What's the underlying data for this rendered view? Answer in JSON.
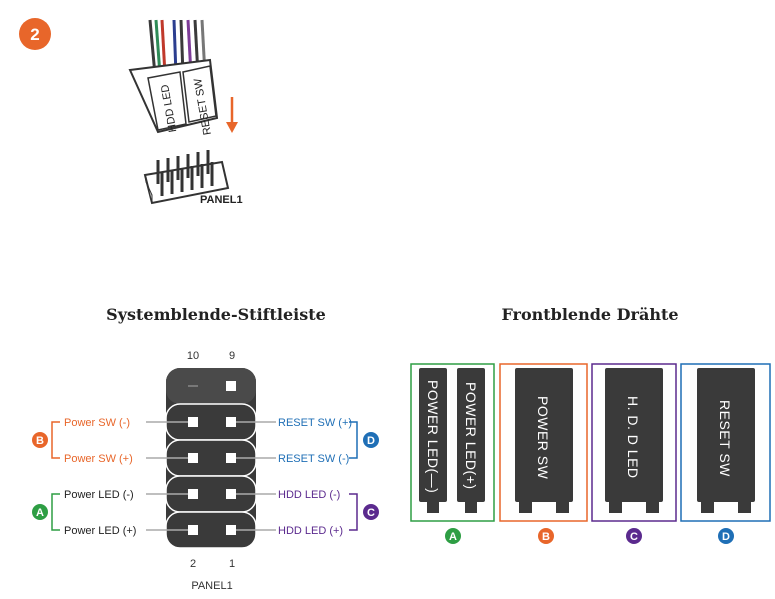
{
  "step": {
    "number": "2"
  },
  "top_figure": {
    "connector_labels": [
      "HDD LED",
      "RESET SW"
    ],
    "header_label": "PANEL1"
  },
  "left_panel": {
    "title": "Systemblende-Stiftleiste",
    "top_pin_numbers": [
      "10",
      "9"
    ],
    "bottom_pin_numbers": [
      "2",
      "1"
    ],
    "header_label": "PANEL1",
    "left_leads": [
      {
        "label": "Power SW (-)",
        "color": "#e8662a"
      },
      {
        "label": "Power SW (+)",
        "color": "#e8662a"
      },
      {
        "label": "Power LED (-)",
        "color": "#222222"
      },
      {
        "label": "Power LED (+)",
        "color": "#222222"
      }
    ],
    "right_leads": [
      {
        "label": "RESET SW (+)",
        "color": "#1f6fb6"
      },
      {
        "label": "RESET SW (-)",
        "color": "#1f6fb6"
      },
      {
        "label": "HDD LED (-)",
        "color": "#5b2a8e"
      },
      {
        "label": "HDD LED (+)",
        "color": "#5b2a8e"
      }
    ],
    "badges": [
      {
        "letter": "B",
        "color": "#e8662a"
      },
      {
        "letter": "A",
        "color": "#2e9e44"
      },
      {
        "letter": "D",
        "color": "#1f6fb6"
      },
      {
        "letter": "C",
        "color": "#5b2a8e"
      }
    ]
  },
  "right_panel": {
    "title": "Frontblende Drähte",
    "groups": [
      {
        "letter": "A",
        "color": "#2e9e44",
        "connectors": [
          "POWER LED(—)",
          "POWER LED(+)"
        ]
      },
      {
        "letter": "B",
        "color": "#e8662a",
        "connectors": [
          "POWER SW"
        ]
      },
      {
        "letter": "C",
        "color": "#5b2a8e",
        "connectors": [
          "H. D. D LED"
        ]
      },
      {
        "letter": "D",
        "color": "#1f6fb6",
        "connectors": [
          "RESET SW"
        ]
      }
    ]
  }
}
